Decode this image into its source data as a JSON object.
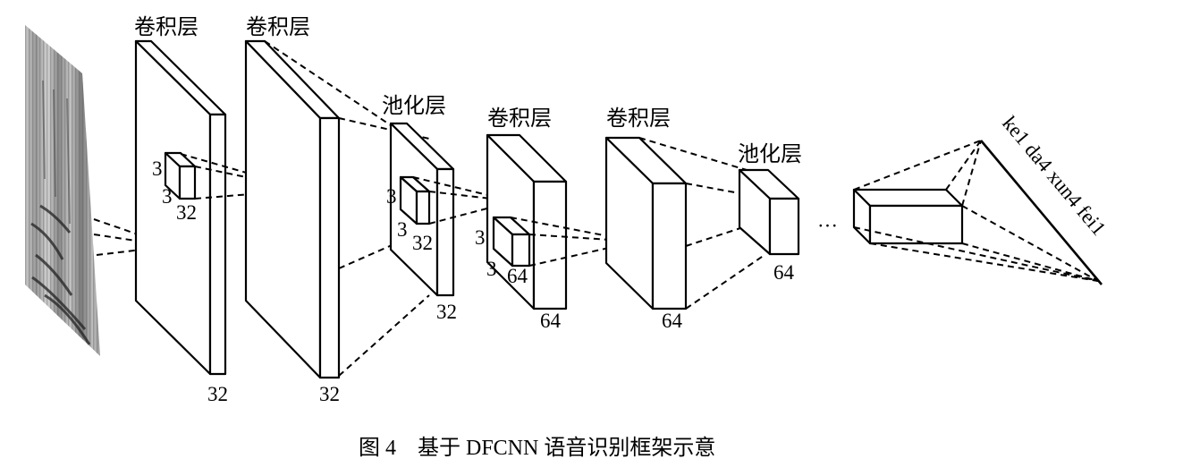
{
  "labels": {
    "conv": "卷积层",
    "pool": "池化层"
  },
  "dims": {
    "k3": "3",
    "n32": "32",
    "n64": "64"
  },
  "ellipsis": "···",
  "output_text": "ke1 da4 xun4 fei1",
  "caption": "图 4　基于 DFCNN 语音识别框架示意"
}
